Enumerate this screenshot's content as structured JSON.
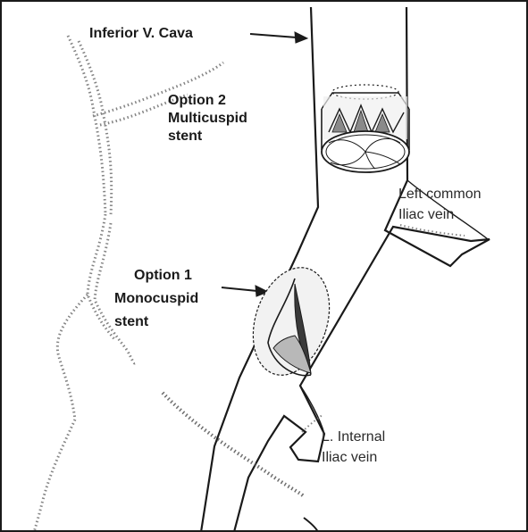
{
  "labels": {
    "ivc": "Inferior V. Cava",
    "option2": {
      "line1": "Option 2",
      "line2": "Multicuspid",
      "line3": "stent"
    },
    "option1": {
      "line1": "Option 1",
      "line2": "Monocuspid",
      "line3": "stent"
    },
    "left_common": {
      "line1": "Left common",
      "line2": "Iliac vein"
    },
    "internal": {
      "line1": "L. Internal",
      "line2": "Iliac vein"
    }
  },
  "colors": {
    "ink": "#1a1a1a",
    "stipple": "#6f6f6f",
    "paper": "#ffffff"
  }
}
